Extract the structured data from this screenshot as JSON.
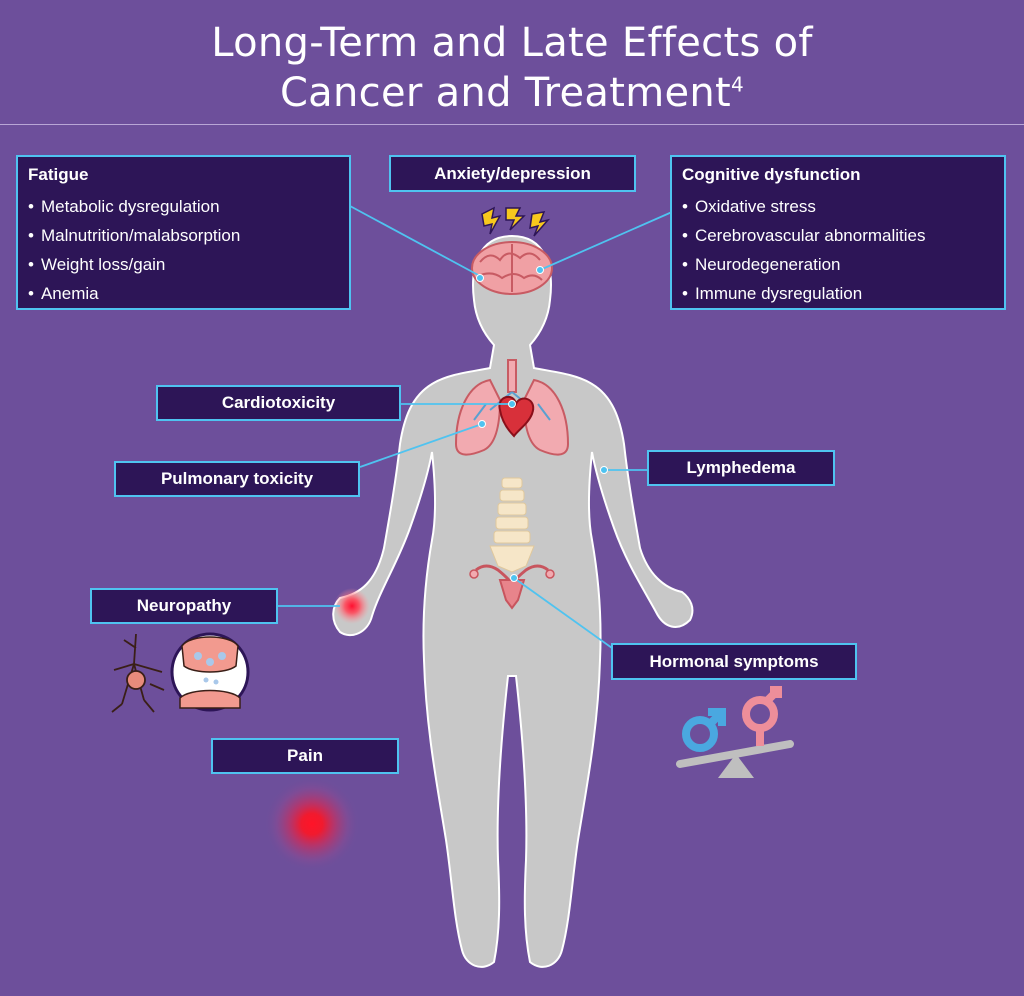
{
  "title": {
    "line1": "Long-Term and Late Effects of",
    "line2": "Cancer and Treatment",
    "superscript": "4"
  },
  "boxes": {
    "fatigue": {
      "heading": "Fatigue",
      "items": [
        "Metabolic dysregulation",
        "Malnutrition/malabsorption",
        "Weight loss/gain",
        "Anemia"
      ]
    },
    "anxiety": {
      "label": "Anxiety/depression"
    },
    "cognitive": {
      "heading": "Cognitive dysfunction",
      "items": [
        "Oxidative stress",
        "Cerebrovascular abnormalities",
        "Neurodegeneration",
        "Immune dysregulation"
      ]
    },
    "cardiotoxicity": {
      "label": "Cardiotoxicity"
    },
    "pulmonary": {
      "label": "Pulmonary toxicity"
    },
    "lymphedema": {
      "label": "Lymphedema"
    },
    "neuropathy": {
      "label": "Neuropathy"
    },
    "hormonal": {
      "label": "Hormonal symptoms"
    },
    "pain": {
      "label": "Pain"
    }
  },
  "colors": {
    "background": "#6d4f9b",
    "box_fill": "#2d1557",
    "box_border": "#4fc3f0",
    "body": "#c8c8c8",
    "connector": "#4fc3f0",
    "pain_red": "#e8102a",
    "male_blue": "#4aa8e0",
    "female_pink": "#ee8e9a"
  },
  "icons": [
    "brain-icon",
    "lightning-icon",
    "lungs-icon",
    "heart-icon",
    "spine-icon",
    "uterus-icon",
    "neuron-icon",
    "synapse-icon",
    "male-symbol-icon",
    "female-symbol-icon",
    "balance-scale-icon",
    "pain-glow-icon"
  ]
}
